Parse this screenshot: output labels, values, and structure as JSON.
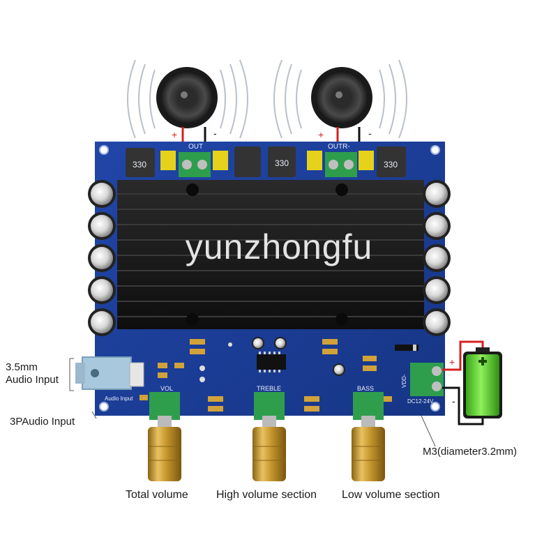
{
  "watermark": "yunzhongfu",
  "board": {
    "out_left": "OUT",
    "out_right": "OUTR-",
    "vol": "VOL",
    "treble": "TREBLE",
    "bass": "BASS",
    "audio_input": "Audio Input",
    "inductor_value": "330",
    "dc_label": "DC12-24V",
    "vdd": "VDD-"
  },
  "polarity": {
    "plus": "+",
    "minus": "-"
  },
  "labels": {
    "audio_jack_line1": "3.5mm",
    "audio_jack_line2": "Audio Input",
    "three_pin": "3PAudio Input",
    "mount_hole": "M3(diameter3.2mm)",
    "total_volume": "Total volume",
    "high_volume": "High volume section",
    "low_volume": "Low volume section"
  },
  "colors": {
    "pcb": "#1d3f9a",
    "heatsink": "#161616",
    "terminal": "#2e9e4d",
    "wire_red": "#d42020",
    "wire_black": "#111111",
    "battery_green": "#5ccf2c",
    "knob_gold": "#c99a2e"
  },
  "icons": [
    "speaker-icon",
    "battery-icon"
  ]
}
